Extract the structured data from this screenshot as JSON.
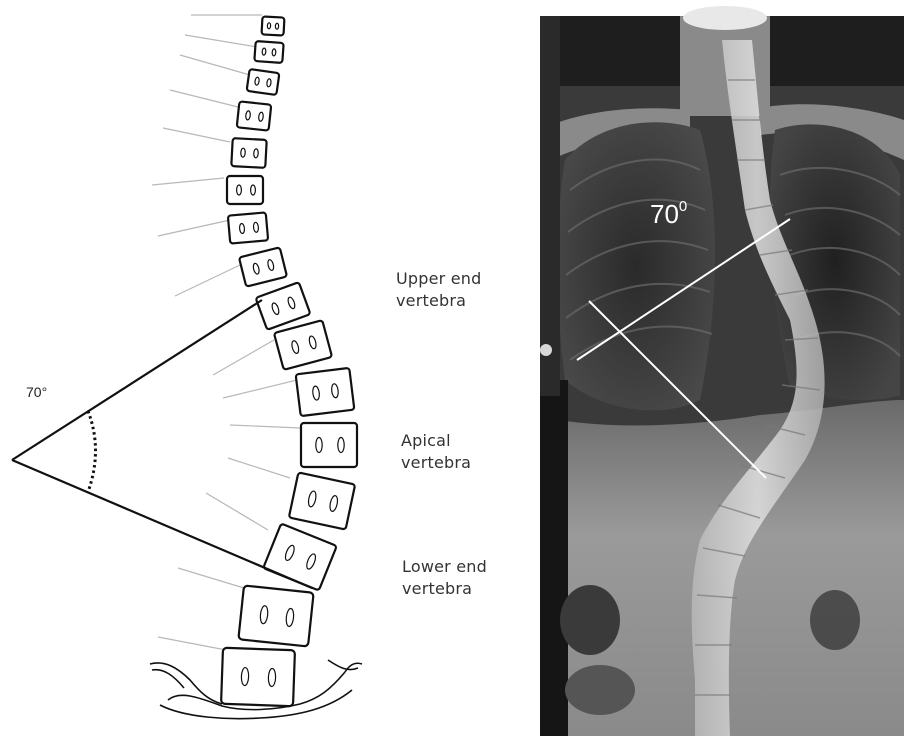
{
  "diagram": {
    "cobb_angle_label": "70°",
    "labels": {
      "upper_end_vertebra": "Upper end vertebra",
      "apical_vertebra": "Apical vertebra",
      "lower_end_vertebra": "Lower end vertebra"
    }
  },
  "xray": {
    "cobb_angle_value": "70",
    "cobb_angle_superscript": "0"
  },
  "colors": {
    "xray_lines": "#ffffff",
    "drawing_lines": "#111111",
    "leader_lines": "#b5b5b5"
  }
}
